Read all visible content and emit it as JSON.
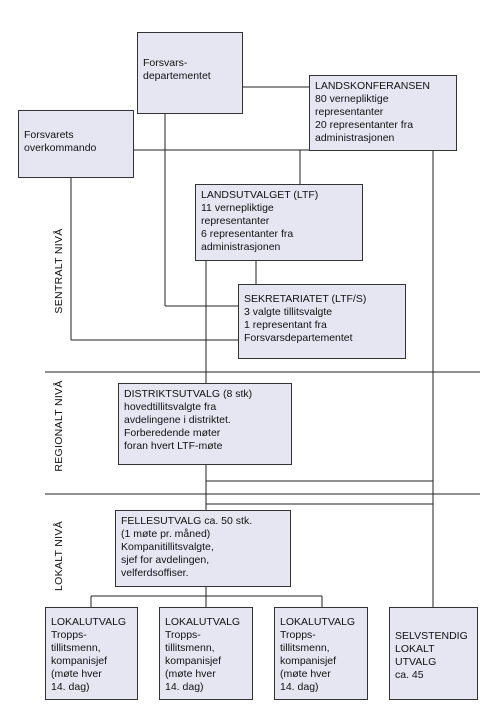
{
  "levels": {
    "central": "SENTRALT NIVÅ",
    "regional": "REGIONALT NIVÅ",
    "local": "LOKALT NIVÅ"
  },
  "boxes": {
    "forsvarsdepartementet": {
      "title": "Forsvars-",
      "lines": [
        "departementet"
      ]
    },
    "landskonferansen": {
      "title": "LANDSKONFERANSEN",
      "lines": [
        "80 vernepliktige",
        "representanter",
        "20 representanter fra",
        "administrasjonen"
      ]
    },
    "forsvarets_overkommando": {
      "title": "Forsvarets",
      "lines": [
        "overkommando"
      ]
    },
    "landsutvalget": {
      "title": "LANDSUTVALGET (LTF)",
      "lines": [
        "11 vernepliktige",
        "representanter",
        "6 representanter fra",
        "administrasjonen"
      ]
    },
    "sekretariatet": {
      "title": "SEKRETARIATET (LTF/S)",
      "lines": [
        "3 valgte tillitsvalgte",
        "1 representant fra",
        "Forsvarsdepartementet"
      ]
    },
    "distriktsutvalg": {
      "title": "DISTRIKTSUTVALG (8 stk)",
      "lines": [
        "hovedtillitsvalgte fra",
        "avdelingene i distriktet.",
        "Forberedende møter",
        "foran hvert LTF-møte"
      ]
    },
    "fellesutvalg": {
      "title": "FELLESUTVALG ca. 50 stk.",
      "lines": [
        "(1 møte pr. måned)",
        "Kompanitillitsvalgte,",
        "sjef for avdelingen,",
        "velferdsoffiser."
      ]
    },
    "lokalutvalg_1": {
      "title": "LOKALUTVALG",
      "lines": [
        "Tropps-",
        "tillitsmenn,",
        "kompanisjef",
        "(møte hver",
        "14. dag)"
      ]
    },
    "lokalutvalg_2": {
      "title": "LOKALUTVALG",
      "lines": [
        "Tropps-",
        "tillitsmenn,",
        "kompanisjef",
        "(møte hver",
        "14. dag)"
      ]
    },
    "lokalutvalg_3": {
      "title": "LOKALUTVALG",
      "lines": [
        "Tropps-",
        "tillitsmenn,",
        "kompanisjef",
        "(møte hver",
        "14. dag)"
      ]
    },
    "selvstendig": {
      "title": "SELVSTENDIG",
      "lines": [
        "LOKALT",
        "UTVALG",
        "ca. 45"
      ]
    }
  }
}
